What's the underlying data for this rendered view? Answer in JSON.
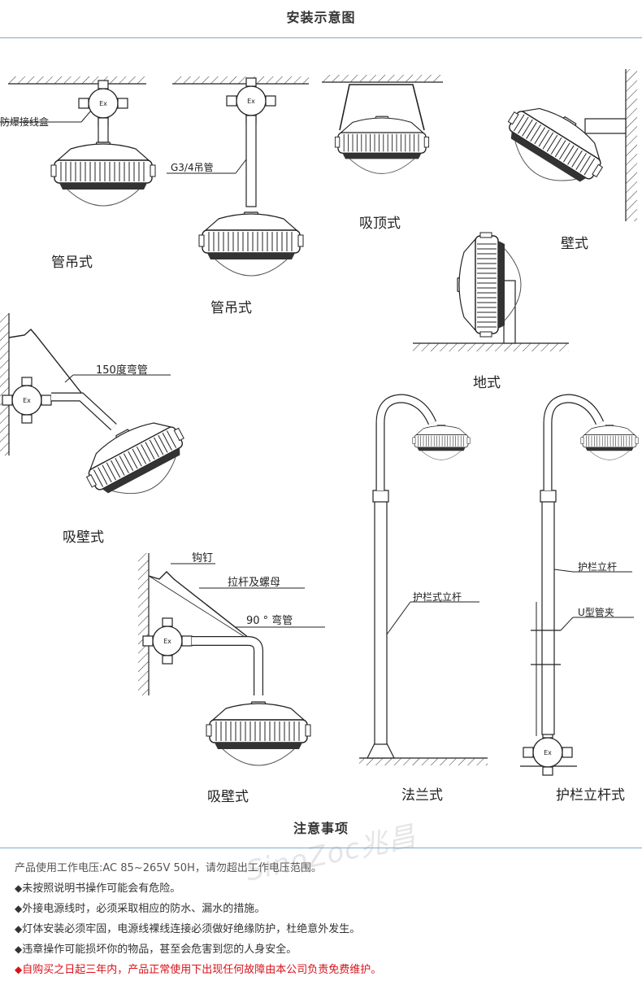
{
  "header": {
    "title": "安装示意图"
  },
  "diagram": {
    "label_box": "防爆接线盒",
    "label_g34": "G3/4吊管",
    "label_pipe_pendant_1": "管吊式",
    "label_pipe_pendant_2": "管吊式",
    "label_ceiling": "吸顶式",
    "label_wall": "壁式",
    "label_floor": "地式",
    "label_bend150": "150度弯管",
    "label_wall_mount_1": "吸壁式",
    "label_hook": "钩钉",
    "label_rod": "拉杆及螺母",
    "label_bend90": "90 ° 弯管",
    "label_wall_mount_2": "吸壁式",
    "label_guard_pole_flange": "护栏式立杆",
    "label_flange": "法兰式",
    "label_guard_pole": "护栏立杆",
    "label_u_clamp": "U型管夹",
    "label_guard_pole_mount": "护栏立杆式",
    "ex_mark": "Ex"
  },
  "notes": {
    "title": "注意事项",
    "watermark": "SinoZoc兆昌",
    "items": [
      {
        "text": "产品使用工作电压:AC 85~265V 50H，请勿超出工作电压范围。",
        "bullet": "",
        "style": "first"
      },
      {
        "text": "未按照说明书操作可能会有危险。",
        "bullet": "◆",
        "style": "normal"
      },
      {
        "text": "外接电源线时，必须采取相应的防水、漏水的措施。",
        "bullet": "◆",
        "style": "normal"
      },
      {
        "text": "灯体安装必须牢固，电源线裸线连接必须做好绝缘防护，杜绝意外发生。",
        "bullet": "◆",
        "style": "normal"
      },
      {
        "text": "违章操作可能损坏你的物品，甚至会危害到您的人身安全。",
        "bullet": "◆",
        "style": "normal"
      },
      {
        "text": "自购买之日起三年内，产品正常使用下出现任何故障由本公司负责免费维护。",
        "bullet": "◆",
        "style": "red"
      }
    ]
  }
}
